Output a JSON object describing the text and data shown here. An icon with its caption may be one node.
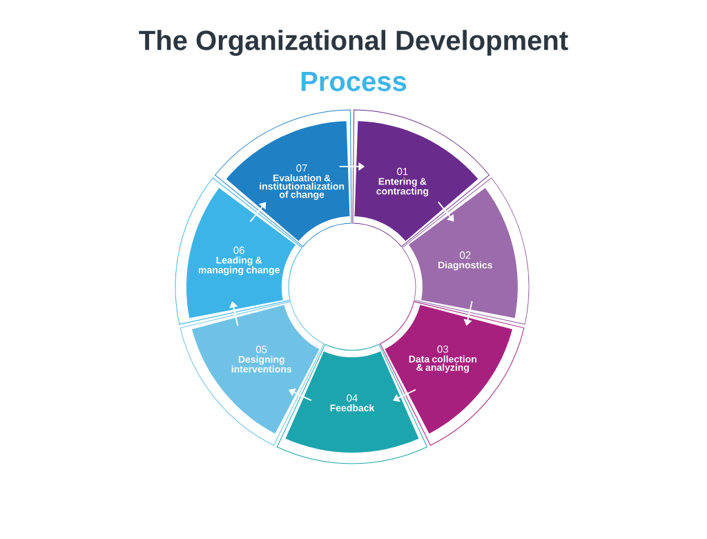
{
  "diagram": {
    "title": "The Organizational Development",
    "nodes": [
      {
        "text": [
          "01",
          "Entering & contracting"
        ]
      },
      {
        "text": [
          "02",
          "Diagnostics"
        ]
      },
      {
        "text": [
          "03",
          "Data collection & analyzing"
        ]
      },
      {
        "text": [
          "04",
          "Feedback"
        ]
      },
      {
        "text": [
          "05",
          "Designing interventions"
        ]
      },
      {
        "text": [
          "06",
          "Leading & managing change"
        ]
      },
      {
        "text": [
          "07",
          "Evaluation & institutionalization of change"
        ]
      }
    ],
    "edges": [
      {
        "from": 6,
        "to": 0,
        "arrow": "to"
      },
      {
        "from": 0,
        "to": 1,
        "arrow": "to"
      },
      {
        "from": 1,
        "to": 2,
        "arrow": "to"
      },
      {
        "from": 2,
        "to": 3,
        "arrow": "to"
      },
      {
        "from": 3,
        "to": 4,
        "arrow": "to"
      },
      {
        "from": 4,
        "to": 5,
        "arrow": "to"
      },
      {
        "from": 5,
        "to": 6,
        "arrow": "to"
      }
    ],
    "labels": [
      "Process"
    ]
  }
}
